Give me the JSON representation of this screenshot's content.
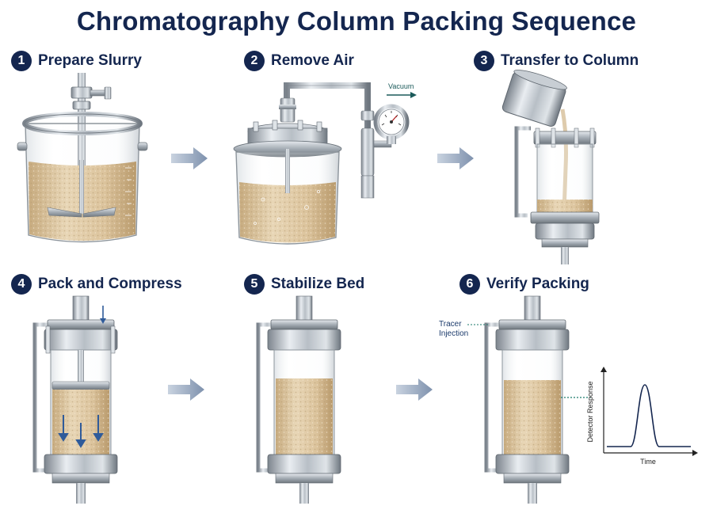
{
  "title": "Chromatography Column Packing Sequence",
  "steps": [
    {
      "number": "1",
      "label": "Prepare Slurry"
    },
    {
      "number": "2",
      "label": "Remove Air"
    },
    {
      "number": "3",
      "label": "Transfer to Column"
    },
    {
      "number": "4",
      "label": "Pack and Compress"
    },
    {
      "number": "5",
      "label": "Stabilize Bed"
    },
    {
      "number": "6",
      "label": "Verify Packing"
    }
  ],
  "annotations": {
    "vacuum": "Vacuum",
    "tracer_line1": "Tracer",
    "tracer_line2": "Injection"
  },
  "chart": {
    "ylabel": "Detector Response",
    "xlabel": "Time"
  },
  "colors": {
    "navy": "#14264f",
    "slurry": "#d9c29b",
    "steel": "#a9b0b8",
    "arrow": "#8a9bb3"
  }
}
